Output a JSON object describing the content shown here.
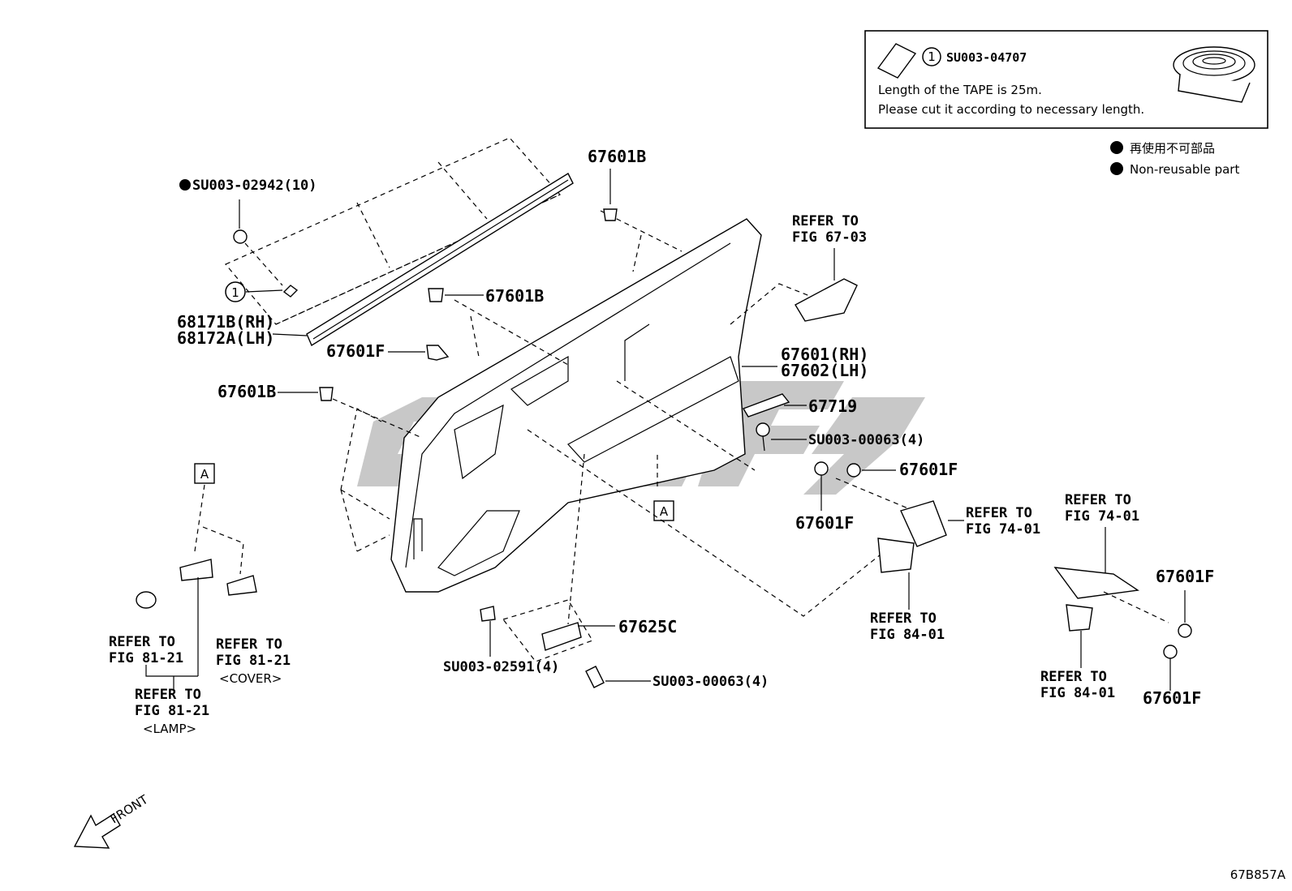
{
  "legend_box": {
    "part_no": "SU003-04707",
    "circle_number": "1",
    "note_line1": "Length of the TAPE is 25m.",
    "note_line2": "Please cut it according to necessary length."
  },
  "nonreusable": {
    "japanese": "再使用不可部品",
    "english": "Non-reusable part"
  },
  "labels": {
    "clip_top": "67601B",
    "screw_top_left": "SU003-02942(10)",
    "tape_callout": "1",
    "weatherstrip_rh": "68171B(RH)",
    "weatherstrip_lh": "68172A(LH)",
    "clip_mid": "67601B",
    "clip_f_left": "67601F",
    "clip_b_left": "67601B",
    "panel_rh": "67601(RH)",
    "panel_lh": "67602(LH)",
    "pad": "67719",
    "screw_right": "SU003-00063(4)",
    "clip_f_right_a": "67601F",
    "clip_f_right_b": "67601F",
    "bracket": "67625C",
    "nut": "SU003-02591(4)",
    "screw_bottom": "SU003-00063(4)",
    "clip_f_far_a": "67601F",
    "clip_f_far_b": "67601F",
    "view_a_left": "A",
    "view_a_panel": "A",
    "front": "FRONT",
    "diagram_code": "67B857A"
  },
  "refs": {
    "r6703_line1": "REFER TO",
    "r6703_line2": "FIG 67-03",
    "r7401a_line1": "REFER TO",
    "r7401a_line2": "FIG 74-01",
    "r8401a_line1": "REFER TO",
    "r8401a_line2": "FIG 84-01",
    "r7401b_line1": "REFER TO",
    "r7401b_line2": "FIG 74-01",
    "r8401b_line1": "REFER TO",
    "r8401b_line2": "FIG 84-01",
    "r8121a_line1": "REFER TO",
    "r8121a_line2": "FIG 81-21",
    "r8121b_line1": "REFER TO",
    "r8121b_line2": "FIG 81-21",
    "r8121b_line3": "<COVER>",
    "r8121c_line1": "REFER TO",
    "r8121c_line2": "FIG 81-21",
    "r8121c_line3": "<LAMP>"
  }
}
